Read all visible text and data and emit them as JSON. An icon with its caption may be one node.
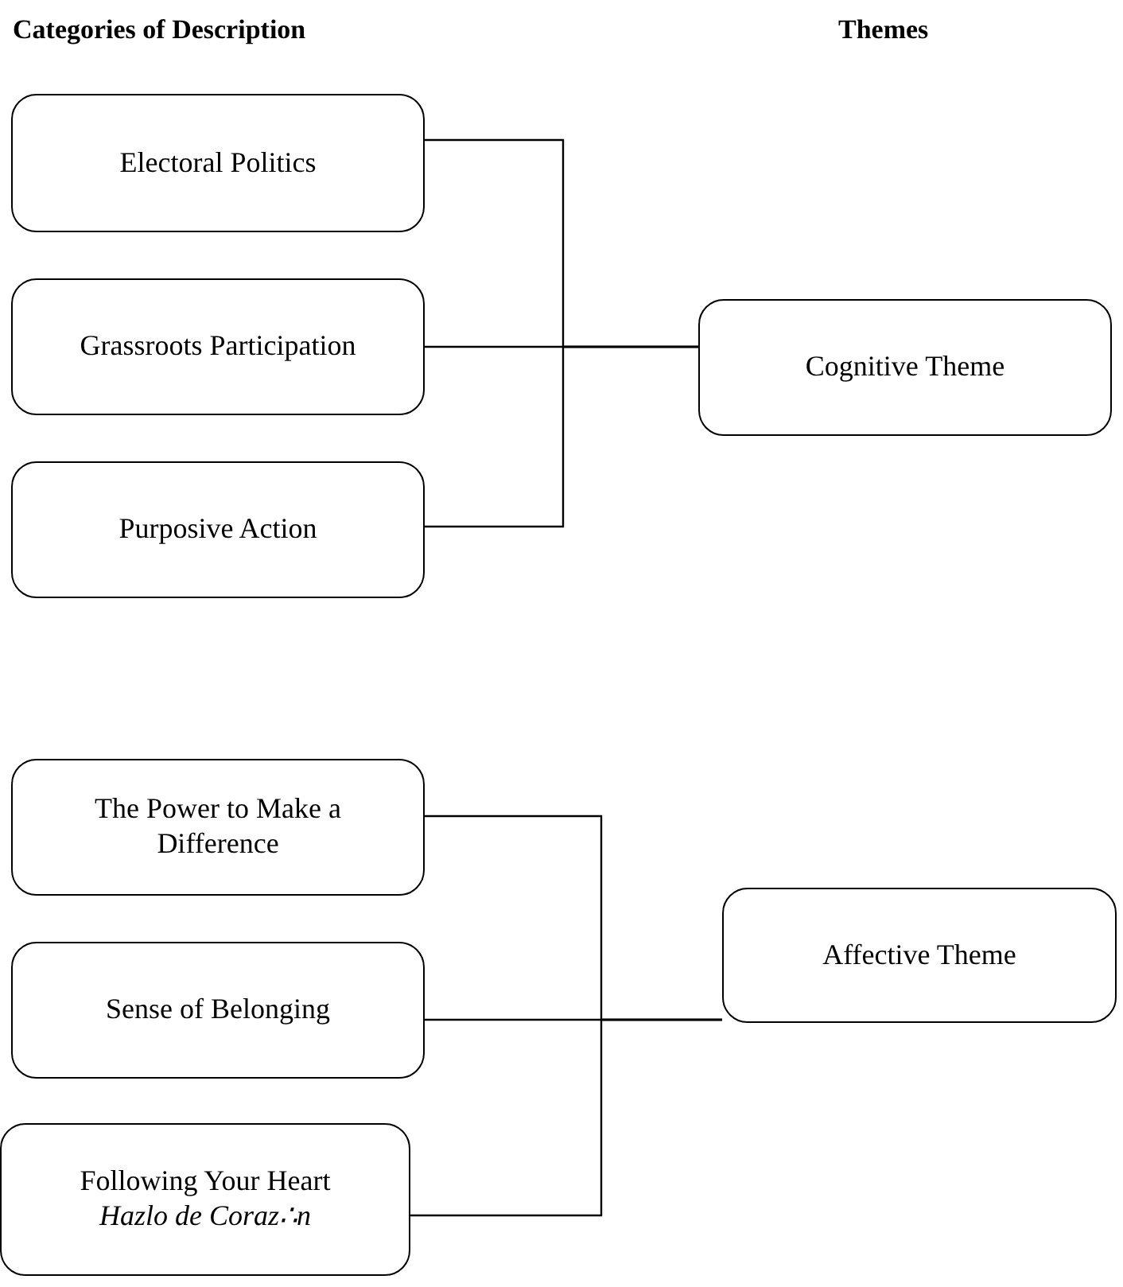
{
  "diagram": {
    "nodes": [
      {
        "text": [
          "Electoral Politics"
        ]
      },
      {
        "text": [
          "Grassroots Participation"
        ]
      },
      {
        "text": [
          "Purposive Action"
        ]
      },
      {
        "text": [
          "Cognitive Theme"
        ]
      },
      {
        "text": [
          "The Power to Make a Difference"
        ]
      },
      {
        "text": [
          "Sense of Belonging"
        ]
      },
      {
        "text": [
          "Following Your Heart",
          "Hazlo de Coraz∴n"
        ]
      },
      {
        "text": [
          "Affective Theme"
        ]
      }
    ],
    "edges": [
      {
        "from": 0,
        "to": 3,
        "arrow": "none"
      },
      {
        "from": 1,
        "to": 3,
        "arrow": "none"
      },
      {
        "from": 2,
        "to": 3,
        "arrow": "none"
      },
      {
        "from": 4,
        "to": 7,
        "arrow": "none"
      },
      {
        "from": 5,
        "to": 7,
        "arrow": "none"
      },
      {
        "from": 6,
        "to": 7,
        "arrow": "none"
      }
    ],
    "labels": [
      "Categories of Description",
      "Themes"
    ]
  }
}
